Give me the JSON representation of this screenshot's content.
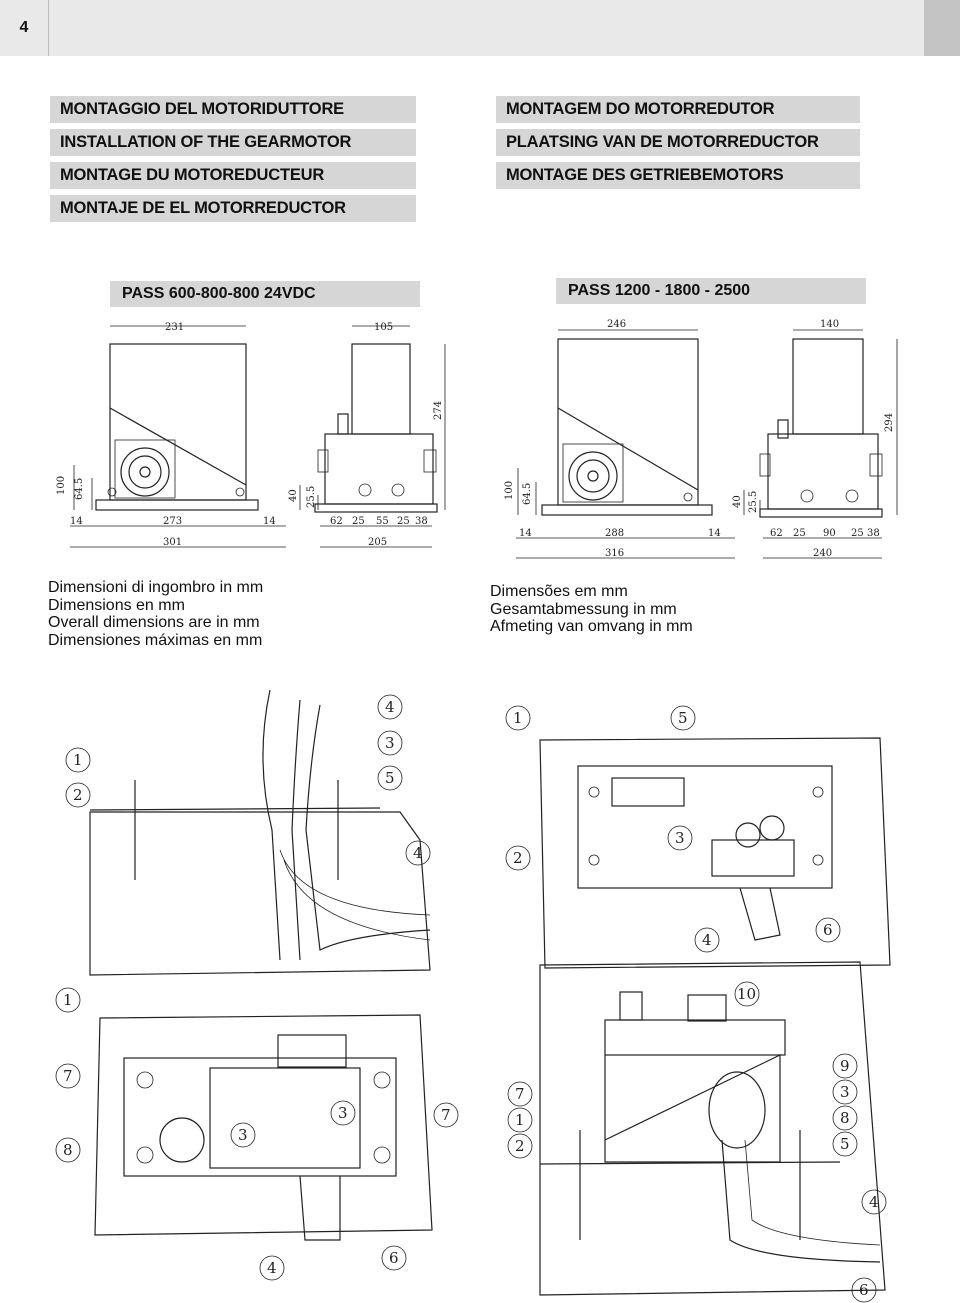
{
  "page": {
    "number": "4"
  },
  "headings_left": [
    "MONTAGGIO DEL MOTORIDUTTORE",
    "INSTALLATION OF THE GEARMOTOR",
    "MONTAGE DU MOTOREDUCTEUR",
    "MONTAJE DE EL MOTORREDUCTOR"
  ],
  "headings_right": [
    "MONTAGEM DO MOTORREDUTOR",
    "PLAATSING VAN DE MOTORREDUCTOR",
    "MONTAGE DES GETRIEBEMOTORS"
  ],
  "models": {
    "left": "PASS  600-800-800 24VDC",
    "right": "PASS 1200 - 1800 - 2500"
  },
  "drawing_left": {
    "top_width": "231",
    "side_width": "105",
    "height": "274",
    "h1": "100",
    "h2": "64.5",
    "h3": "40",
    "h4": "25.5",
    "base_a": "14",
    "base_b": "273",
    "base_c": "14",
    "base_total": "301",
    "side_a": "62",
    "side_b": "25",
    "side_c": "55",
    "side_d": "25",
    "side_e": "38",
    "side_total": "205"
  },
  "drawing_right": {
    "top_width": "246",
    "side_width": "140",
    "height": "294",
    "h1": "100",
    "h2": "64.5",
    "h3": "40",
    "h4": "25.5",
    "base_a": "14",
    "base_b": "288",
    "base_c": "14",
    "base_total": "316",
    "side_a": "62",
    "side_b": "25",
    "side_c": "90",
    "side_d": "25",
    "side_e": "38",
    "side_total": "240"
  },
  "dimensions_left": [
    "Dimensioni di ingombro in mm",
    "Dimensions en mm",
    "Overall dimensions are in mm",
    "Dimensiones máximas en mm"
  ],
  "dimensions_right": [
    "Dimensões em mm",
    "Gesamtabmessung in mm",
    "Afmeting van omvang in mm"
  ],
  "callouts": {
    "fig1": [
      "1",
      "2",
      "4",
      "3",
      "5",
      "4"
    ],
    "fig2": [
      "1",
      "5",
      "3",
      "2",
      "4",
      "6"
    ],
    "fig3": [
      "1",
      "7",
      "8",
      "3",
      "3",
      "7",
      "4",
      "6"
    ],
    "fig4": [
      "10",
      "9",
      "3",
      "8",
      "5",
      "7",
      "1",
      "2",
      "4",
      "6"
    ]
  }
}
